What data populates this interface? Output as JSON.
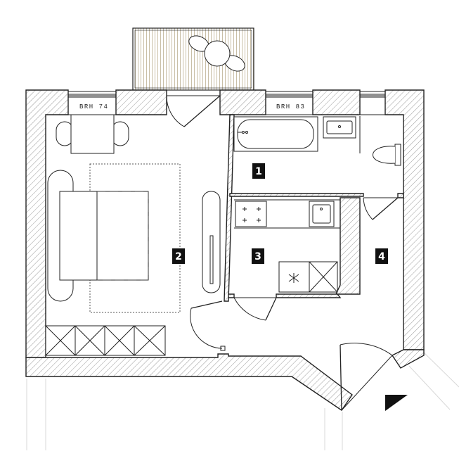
{
  "window_labels": {
    "room2": "BRH 74",
    "room1": "BRH 83"
  },
  "rooms": [
    {
      "id": "1",
      "label": "1"
    },
    {
      "id": "2",
      "label": "2"
    },
    {
      "id": "3",
      "label": "3"
    },
    {
      "id": "4",
      "label": "4"
    }
  ],
  "colors": {
    "wall_stroke": "#222222",
    "hatch": "#9a9a9a",
    "badge_bg": "#111111",
    "badge_text": "#ffffff",
    "balcony_slat": "#c9bfa7"
  }
}
